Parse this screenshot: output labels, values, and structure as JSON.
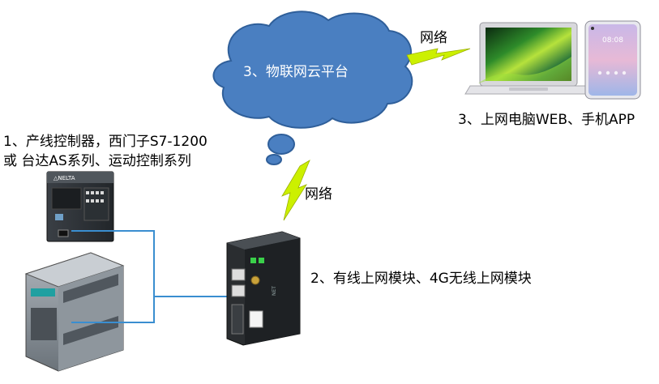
{
  "cloud": {
    "label": "3、物联网云平台",
    "fill": "#4a7fc1",
    "stroke": "#2f5f9a"
  },
  "labels": {
    "network_top": "网络",
    "network_mid": "网络",
    "terminals": "3、上网电脑WEB、手机APP",
    "controller_line1": "1、产线控制器，西门子S7-1200",
    "controller_line2": "或 台达AS系列、运动控制系列",
    "gateway": "2、有线上网模块、4G无线上网模块"
  },
  "colors": {
    "lightning": "#ccf000",
    "cable": "#3a8ed0"
  },
  "devices": {
    "laptop": "laptop-icon",
    "phone": "phone-icon",
    "delta_plc": "plc-icon",
    "siemens_plc": "plc-icon",
    "gateway": "router-module-icon"
  }
}
